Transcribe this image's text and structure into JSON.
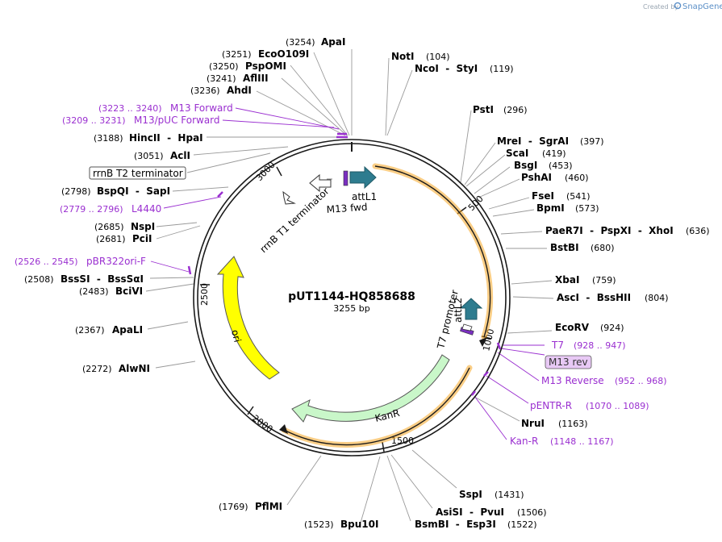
{
  "watermark": {
    "prefix": "Created by",
    "brand": "SnapGene"
  },
  "plasmid": {
    "name": "pUT1144-HQ858688",
    "length_label": "3255 bp",
    "length": 3255
  },
  "ticks": [
    {
      "pos": 500,
      "label": "500"
    },
    {
      "pos": 1000,
      "label": "1000"
    },
    {
      "pos": 1500,
      "label": "1500"
    },
    {
      "pos": 2000,
      "label": "2000"
    },
    {
      "pos": 2500,
      "label": "2500"
    },
    {
      "pos": 3000,
      "label": "3000"
    }
  ],
  "sites": [
    {
      "name": "ApaI",
      "pos": "(3254)",
      "side": "left"
    },
    {
      "name": "EcoO109I",
      "pos": "(3251)",
      "side": "left"
    },
    {
      "name": "PspOMI",
      "pos": "(3250)",
      "side": "left"
    },
    {
      "name": "AflIII",
      "pos": "(3241)",
      "side": "left"
    },
    {
      "name": "AhdI",
      "pos": "(3236)",
      "side": "left"
    },
    {
      "name": "HincII  -  HpaI",
      "pos": "(3188)",
      "side": "left"
    },
    {
      "name": "AclI",
      "pos": "(3051)",
      "side": "left"
    },
    {
      "name": "BspQI  -  SapI",
      "pos": "(2798)",
      "side": "left"
    },
    {
      "name": "NspI",
      "pos": "(2685)",
      "side": "left"
    },
    {
      "name": "PciI",
      "pos": "(2681)",
      "side": "left"
    },
    {
      "name": "BssSI  -  BssSαI",
      "pos": "(2508)",
      "side": "left"
    },
    {
      "name": "BciVI",
      "pos": "(2483)",
      "side": "left"
    },
    {
      "name": "ApaLI",
      "pos": "(2367)",
      "side": "left"
    },
    {
      "name": "AlwNI",
      "pos": "(2272)",
      "side": "left"
    },
    {
      "name": "PflMI",
      "pos": "(1769)",
      "side": "left"
    },
    {
      "name": "Bpu10I",
      "pos": "(1523)",
      "side": "left"
    },
    {
      "name": "NotI",
      "pos": "(104)",
      "side": "right"
    },
    {
      "name": "NcoI  -  StyI",
      "pos": "(119)",
      "side": "right"
    },
    {
      "name": "PstI",
      "pos": "(296)",
      "side": "right"
    },
    {
      "name": "MreI  -  SgrAI",
      "pos": "(397)",
      "side": "right"
    },
    {
      "name": "ScaI",
      "pos": "(419)",
      "side": "right"
    },
    {
      "name": "BsgI",
      "pos": "(453)",
      "side": "right"
    },
    {
      "name": "PshAI",
      "pos": "(460)",
      "side": "right"
    },
    {
      "name": "FseI",
      "pos": "(541)",
      "side": "right"
    },
    {
      "name": "BpmI",
      "pos": "(573)",
      "side": "right"
    },
    {
      "name": "PaeR7I  -  PspXI  -  XhoI",
      "pos": "(636)",
      "side": "right"
    },
    {
      "name": "BstBI",
      "pos": "(680)",
      "side": "right"
    },
    {
      "name": "XbaI",
      "pos": "(759)",
      "side": "right"
    },
    {
      "name": "AscI  -  BssHII",
      "pos": "(804)",
      "side": "right"
    },
    {
      "name": "EcoRV",
      "pos": "(924)",
      "side": "right"
    },
    {
      "name": "NruI",
      "pos": "(1163)",
      "side": "right"
    },
    {
      "name": "SspI",
      "pos": "(1431)",
      "side": "right"
    },
    {
      "name": "AsiSI  -  PvuI",
      "pos": "(1506)",
      "side": "right"
    },
    {
      "name": "BsmBI  -  Esp3I",
      "pos": "(1522)",
      "side": "right"
    }
  ],
  "primers": [
    {
      "name": "M13 Forward",
      "range": "(3223 .. 3240)",
      "side": "left"
    },
    {
      "name": "M13/pUC Forward",
      "range": "(3209 .. 3231)",
      "side": "left"
    },
    {
      "name": "L4440",
      "range": "(2779 .. 2796)",
      "side": "left"
    },
    {
      "name": "pBR322ori-F",
      "range": "(2526 .. 2545)",
      "side": "left"
    },
    {
      "name": "T7",
      "range": "(928 .. 947)",
      "side": "right"
    },
    {
      "name": "M13 rev",
      "range": "",
      "side": "right"
    },
    {
      "name": "M13 Reverse",
      "range": "(952 .. 968)",
      "side": "right"
    },
    {
      "name": "pENTR-R",
      "range": "(1070 .. 1089)",
      "side": "right"
    },
    {
      "name": "Kan-R",
      "range": "(1148 .. 1167)",
      "side": "right"
    }
  ],
  "features": [
    {
      "name": "rrnB T2 terminator",
      "boxed": true
    },
    {
      "name": "rrnB T1 terminator"
    },
    {
      "name": "attL1"
    },
    {
      "name": "M13 fwd"
    },
    {
      "name": "T7 promoter"
    },
    {
      "name": "attL2"
    },
    {
      "name": "ori"
    },
    {
      "name": "KanR"
    }
  ],
  "colors": {
    "backbone": "#1a1a1a",
    "primer": "#9a2fd0",
    "orange_band": "#f5a623",
    "att_teal": "#2e7c8f",
    "ori_yellow": "#ffff00",
    "kanr_green": "#c9f7c9",
    "primer_box_fill": "#e8c9f5",
    "snapgene_blue": "#5b8fc7"
  }
}
